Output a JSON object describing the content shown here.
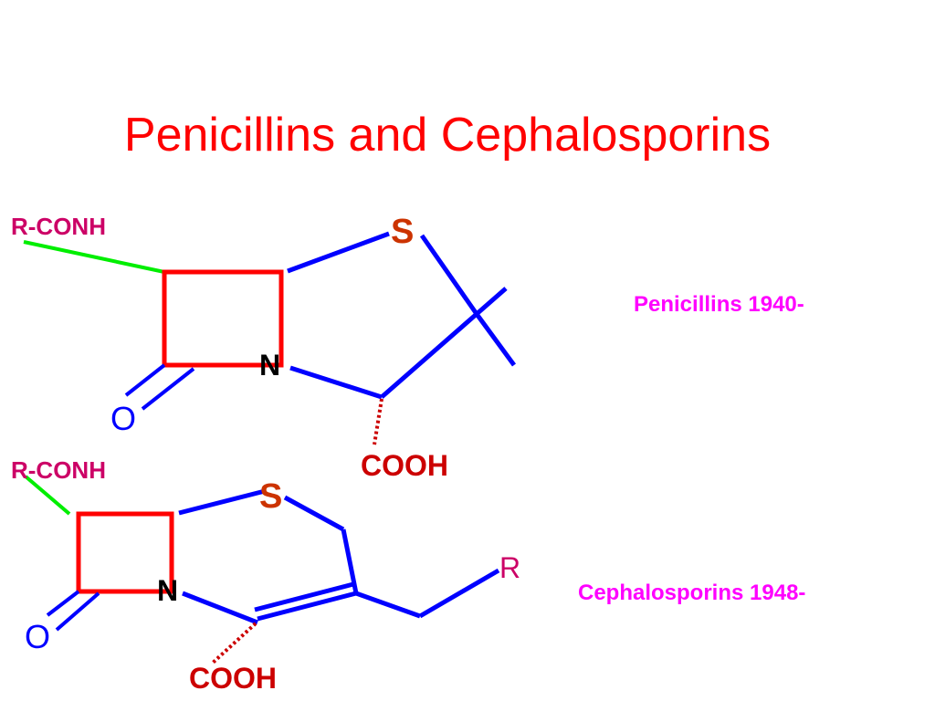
{
  "slide": {
    "title": "Penicillins and Cephalosporins"
  },
  "colors": {
    "title": "#ff0000",
    "caption": "#ff00ff",
    "ring_bond": "#ff0000",
    "bond": "#0000ff",
    "side_chain_bond": "#00ee00",
    "stereo_bond": "#cc0000",
    "sulfur": "#cc3300",
    "r_label": "#cc0066",
    "cooh": "#cc0000",
    "oxygen": "#0000ff",
    "nitrogen": "#000000"
  },
  "penicillin": {
    "caption": "Penicillins 1940-",
    "side_chain_label": "R-CONH",
    "sulfur_label": "S",
    "nitrogen_label": "N",
    "oxygen_label": "O",
    "acid_label": "COOH"
  },
  "cephalosporin": {
    "caption": "Cephalosporins 1948-",
    "side_chain_label": "R-CONH",
    "sulfur_label": "S",
    "nitrogen_label": "N",
    "oxygen_label": "O",
    "acid_label": "COOH",
    "substituent_label": "R"
  }
}
